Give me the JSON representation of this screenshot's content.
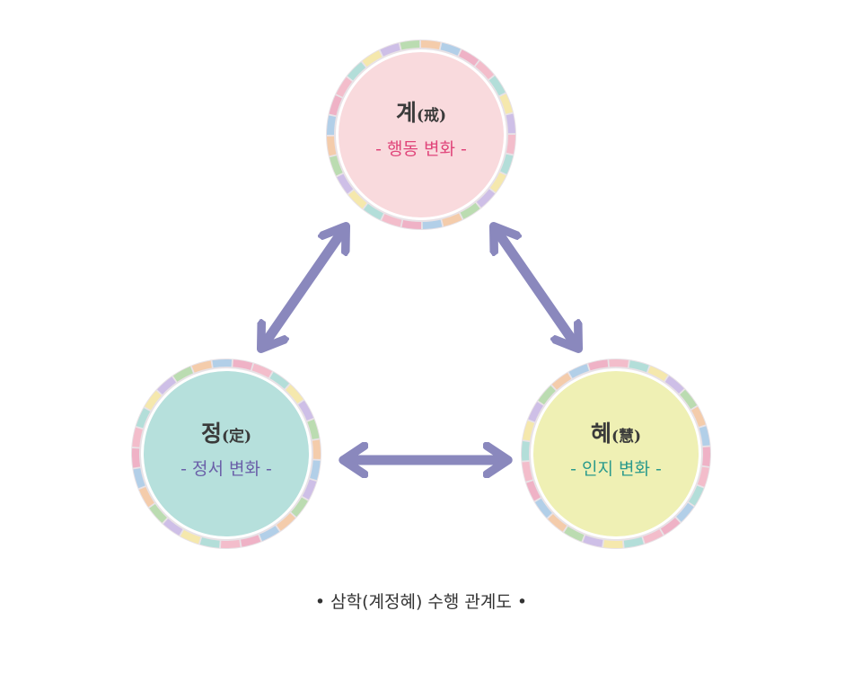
{
  "nodes": [
    {
      "id": "gye",
      "title": "계",
      "hanja": "(戒)",
      "subtitle": "- 행동 변화 -",
      "fill": "#f9dadd",
      "subtitle_color": "#e0457a"
    },
    {
      "id": "jeong",
      "title": "정",
      "hanja": "(定)",
      "subtitle": "- 정서 변화 -",
      "fill": "#b6e0dc",
      "subtitle_color": "#6a5fa8"
    },
    {
      "id": "hye",
      "title": "혜",
      "hanja": "(慧)",
      "subtitle": "- 인지 변화 -",
      "fill": "#eff0b4",
      "subtitle_color": "#2a9a8c"
    }
  ],
  "arrow_color": "#8a88bd",
  "ring_colors": [
    "#f5b6c6",
    "#a9ddd6",
    "#f7e9a2",
    "#c9b9e6",
    "#b3dba7",
    "#f6c8a0",
    "#a8cbe8",
    "#f0a9c0"
  ],
  "caption": "• 삼학(계정혜) 수행 관계도 •"
}
